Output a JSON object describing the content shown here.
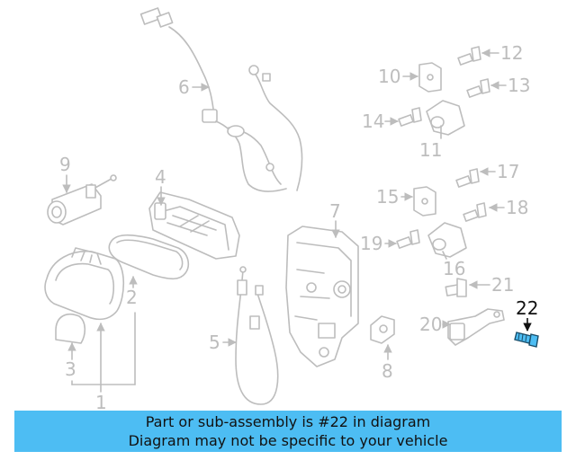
{
  "callouts": {
    "c1": "1",
    "c2": "2",
    "c3": "3",
    "c4": "4",
    "c5": "5",
    "c6": "6",
    "c7": "7",
    "c8": "8",
    "c9": "9",
    "c10": "10",
    "c11": "11",
    "c12": "12",
    "c13": "13",
    "c14": "14",
    "c15": "15",
    "c16": "16",
    "c17": "17",
    "c18": "18",
    "c19": "19",
    "c20": "20",
    "c21": "21",
    "c22": "22"
  },
  "highlighted_part": "22",
  "colors": {
    "line_gray": "#bdbdbd",
    "highlight_blue": "#4dbdf3",
    "active_label": "#111111"
  },
  "banner": {
    "line1": "Part or sub-assembly is #22 in diagram",
    "line2": "Diagram may not be specific to your vehicle"
  }
}
